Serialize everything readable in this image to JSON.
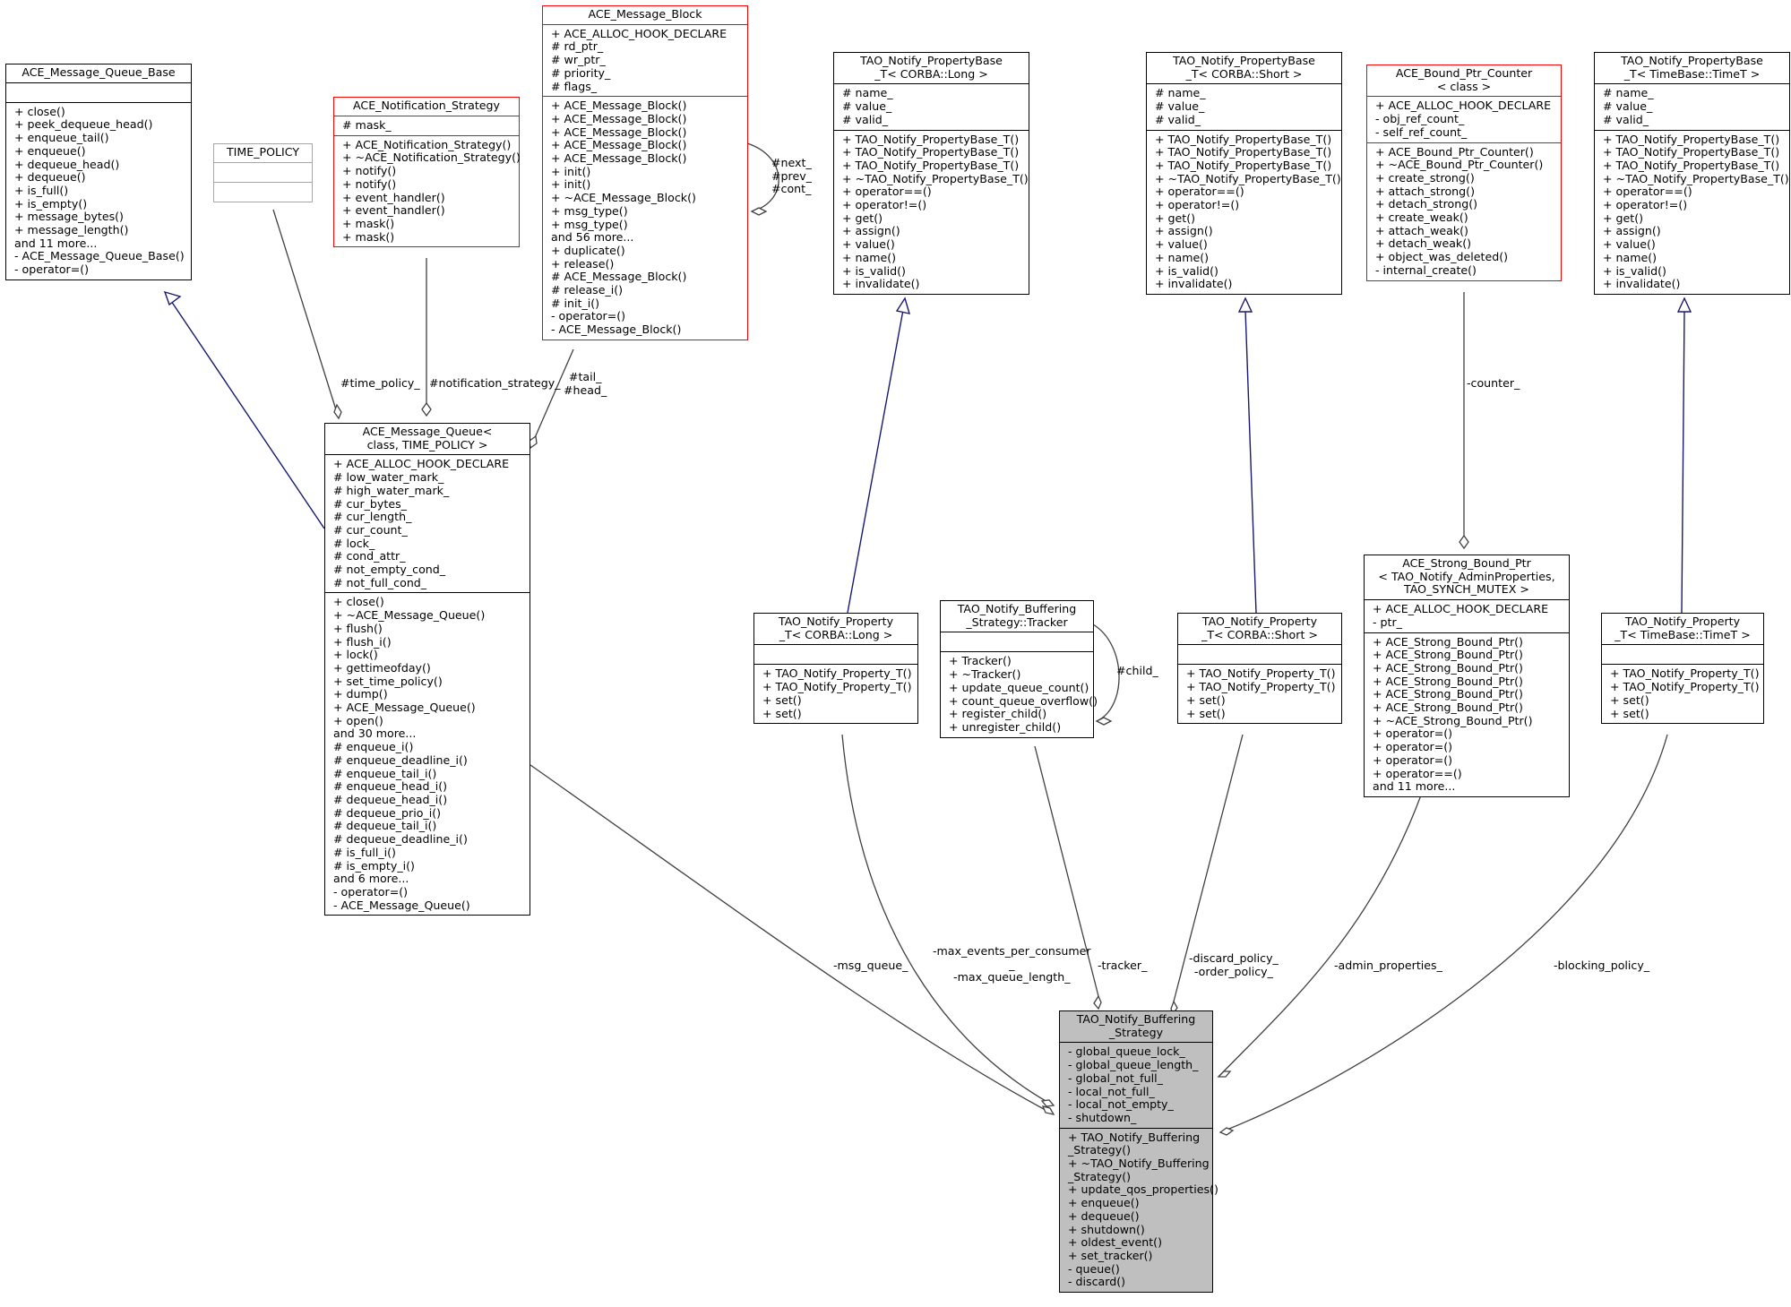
{
  "colors": {
    "box_border": "#000000",
    "template_border": "#ff0000",
    "undocumented_border": "#a6a6a6",
    "focus_fill": "#bfbfbf",
    "inheritance_arrow": "#191970",
    "usage_line": "#404040"
  },
  "classes": {
    "amqb": {
      "title": [
        "ACE_Message_Queue_Base"
      ],
      "attrs": [],
      "methods": [
        "+ close()",
        "+ peek_dequeue_head()",
        "+ enqueue_tail()",
        "+ enqueue()",
        "+ dequeue_head()",
        "+ dequeue()",
        "+ is_full()",
        "+ is_empty()",
        "+ message_bytes()",
        "+ message_length()",
        "and 11 more...",
        "- ACE_Message_Queue_Base()",
        "- operator=()"
      ]
    },
    "tp": {
      "title": [
        "TIME_POLICY"
      ],
      "attrs": [],
      "methods": []
    },
    "ans": {
      "title": [
        "ACE_Notification_Strategy"
      ],
      "attrs": [
        "# mask_"
      ],
      "methods": [
        "+ ACE_Notification_Strategy()",
        "+ ~ACE_Notification_Strategy()",
        "+ notify()",
        "+ notify()",
        "+ event_handler()",
        "+ event_handler()",
        "+ mask()",
        "+ mask()"
      ]
    },
    "amb": {
      "title": [
        "ACE_Message_Block"
      ],
      "attrs": [
        "+ ACE_ALLOC_HOOK_DECLARE",
        "# rd_ptr_",
        "# wr_ptr_",
        "# priority_",
        "# flags_"
      ],
      "methods": [
        "+ ACE_Message_Block()",
        "+ ACE_Message_Block()",
        "+ ACE_Message_Block()",
        "+ ACE_Message_Block()",
        "+ ACE_Message_Block()",
        "+ init()",
        "+ init()",
        "+ ~ACE_Message_Block()",
        "+ msg_type()",
        "+ msg_type()",
        "and 56 more...",
        "+ duplicate()",
        "+ release()",
        "# ACE_Message_Block()",
        "# release_i()",
        "# init_i()",
        "- operator=()",
        "- ACE_Message_Block()"
      ]
    },
    "amq": {
      "title": [
        "ACE_Message_Queue<",
        "class, TIME_POLICY >"
      ],
      "attrs": [
        "+ ACE_ALLOC_HOOK_DECLARE",
        "# low_water_mark_",
        "# high_water_mark_",
        "# cur_bytes_",
        "# cur_length_",
        "# cur_count_",
        "# lock_",
        "# cond_attr_",
        "# not_empty_cond_",
        "# not_full_cond_"
      ],
      "methods": [
        "+ close()",
        "+ ~ACE_Message_Queue()",
        "+ flush()",
        "+ flush_i()",
        "+ lock()",
        "+ gettimeofday()",
        "+ set_time_policy()",
        "+ dump()",
        "+ ACE_Message_Queue()",
        "+ open()",
        "and 30 more...",
        "# enqueue_i()",
        "# enqueue_deadline_i()",
        "# enqueue_tail_i()",
        "# enqueue_head_i()",
        "# dequeue_head_i()",
        "# dequeue_prio_i()",
        "# dequeue_tail_i()",
        "# dequeue_deadline_i()",
        "# is_full_i()",
        "# is_empty_i()",
        "and 6 more...",
        "- operator=()",
        "- ACE_Message_Queue()"
      ]
    },
    "pbl": {
      "title": [
        "TAO_Notify_PropertyBase",
        "_T< CORBA::Long >"
      ],
      "attrs": [
        "# name_",
        "# value_",
        "# valid_"
      ],
      "methods": [
        "+ TAO_Notify_PropertyBase_T()",
        "+ TAO_Notify_PropertyBase_T()",
        "+ TAO_Notify_PropertyBase_T()",
        "+ ~TAO_Notify_PropertyBase_T()",
        "+ operator==()",
        "+ operator!=()",
        "+ get()",
        "+ assign()",
        "+ value()",
        "+ name()",
        "+ is_valid()",
        "+ invalidate()"
      ]
    },
    "pbs": {
      "title": [
        "TAO_Notify_PropertyBase",
        "_T< CORBA::Short >"
      ],
      "attrs": [
        "# name_",
        "# value_",
        "# valid_"
      ],
      "methods": [
        "+ TAO_Notify_PropertyBase_T()",
        "+ TAO_Notify_PropertyBase_T()",
        "+ TAO_Notify_PropertyBase_T()",
        "+ ~TAO_Notify_PropertyBase_T()",
        "+ operator==()",
        "+ operator!=()",
        "+ get()",
        "+ assign()",
        "+ value()",
        "+ name()",
        "+ is_valid()",
        "+ invalidate()"
      ]
    },
    "abpc": {
      "title": [
        "ACE_Bound_Ptr_Counter",
        "< class >"
      ],
      "attrs": [
        "+ ACE_ALLOC_HOOK_DECLARE",
        "- obj_ref_count_",
        "- self_ref_count_"
      ],
      "methods": [
        "+ ACE_Bound_Ptr_Counter()",
        "+ ~ACE_Bound_Ptr_Counter()",
        "+ create_strong()",
        "+ attach_strong()",
        "+ detach_strong()",
        "+ create_weak()",
        "+ attach_weak()",
        "+ detach_weak()",
        "+ object_was_deleted()",
        "- internal_create()"
      ]
    },
    "pbt": {
      "title": [
        "TAO_Notify_PropertyBase",
        "_T< TimeBase::TimeT >"
      ],
      "attrs": [
        "# name_",
        "# value_",
        "# valid_"
      ],
      "methods": [
        "+ TAO_Notify_PropertyBase_T()",
        "+ TAO_Notify_PropertyBase_T()",
        "+ TAO_Notify_PropertyBase_T()",
        "+ ~TAO_Notify_PropertyBase_T()",
        "+ operator==()",
        "+ operator!=()",
        "+ get()",
        "+ assign()",
        "+ value()",
        "+ name()",
        "+ is_valid()",
        "+ invalidate()"
      ]
    },
    "ptl": {
      "title": [
        "TAO_Notify_Property",
        "_T< CORBA::Long >"
      ],
      "attrs": [],
      "methods": [
        "+ TAO_Notify_Property_T()",
        "+ TAO_Notify_Property_T()",
        "+ set()",
        "+ set()"
      ]
    },
    "trk": {
      "title": [
        "TAO_Notify_Buffering",
        "_Strategy::Tracker"
      ],
      "attrs": [],
      "methods": [
        "+ Tracker()",
        "+ ~Tracker()",
        "+ update_queue_count()",
        "+ count_queue_overflow()",
        "+ register_child()",
        "+ unregister_child()"
      ]
    },
    "pts": {
      "title": [
        "TAO_Notify_Property",
        "_T< CORBA::Short >"
      ],
      "attrs": [],
      "methods": [
        "+ TAO_Notify_Property_T()",
        "+ TAO_Notify_Property_T()",
        "+ set()",
        "+ set()"
      ]
    },
    "asbp": {
      "title": [
        "ACE_Strong_Bound_Ptr",
        "< TAO_Notify_AdminProperties,",
        "TAO_SYNCH_MUTEX >"
      ],
      "attrs": [
        "+ ACE_ALLOC_HOOK_DECLARE",
        "- ptr_"
      ],
      "methods": [
        "+ ACE_Strong_Bound_Ptr()",
        "+ ACE_Strong_Bound_Ptr()",
        "+ ACE_Strong_Bound_Ptr()",
        "+ ACE_Strong_Bound_Ptr()",
        "+ ACE_Strong_Bound_Ptr()",
        "+ ACE_Strong_Bound_Ptr()",
        "+ ~ACE_Strong_Bound_Ptr()",
        "+ operator=()",
        "+ operator=()",
        "+ operator=()",
        "+ operator==()",
        "and 11 more..."
      ]
    },
    "ptt": {
      "title": [
        "TAO_Notify_Property",
        "_T< TimeBase::TimeT >"
      ],
      "attrs": [],
      "methods": [
        "+ TAO_Notify_Property_T()",
        "+ TAO_Notify_Property_T()",
        "+ set()",
        "+ set()"
      ]
    },
    "nbs": {
      "title": [
        "TAO_Notify_Buffering",
        "_Strategy"
      ],
      "attrs": [
        "- global_queue_lock_",
        "- global_queue_length_",
        "- global_not_full_",
        "- local_not_full_",
        "- local_not_empty_",
        "- shutdown_"
      ],
      "methods": [
        "+ TAO_Notify_Buffering",
        "_Strategy()",
        "+ ~TAO_Notify_Buffering",
        "_Strategy()",
        "+ update_qos_properties()",
        "+ enqueue()",
        "+ dequeue()",
        "+ shutdown()",
        "+ oldest_event()",
        "+ set_tracker()",
        "- queue()",
        "- discard()"
      ]
    }
  },
  "edge_labels": {
    "time_policy": "#time_policy_",
    "notification_strategy": "#notification_strategy_",
    "tail_head": "#tail_\n#head_",
    "next_prev_cont": "#next_\n#prev_\n#cont_",
    "counter": "-counter_",
    "child": "#child_",
    "msg_queue": "-msg_queue_",
    "max_events": "-max_events_per_consumer\n_\n-max_queue_length_",
    "tracker": "-tracker_",
    "discard_order": "-discard_policy_\n-order_policy_",
    "admin_properties": "-admin_properties_",
    "blocking_policy": "-blocking_policy_"
  }
}
